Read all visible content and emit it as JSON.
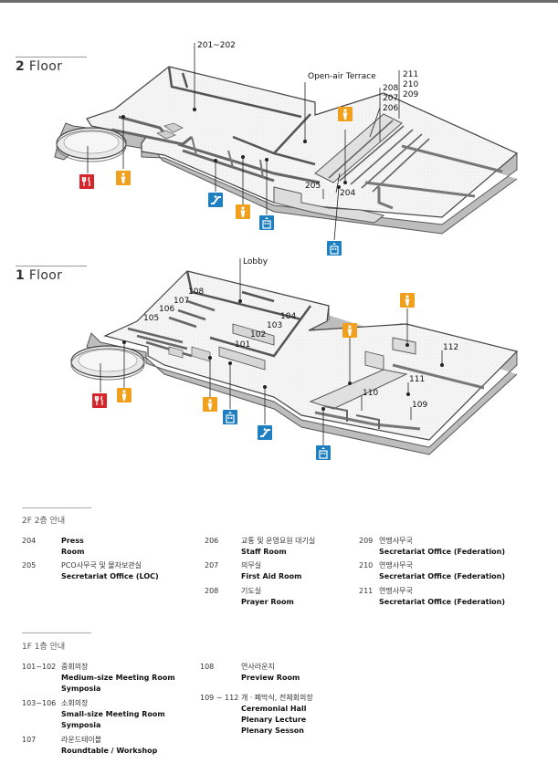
{
  "floors": [
    {
      "id": "2F",
      "number": "2",
      "word": "Floor"
    },
    {
      "id": "1F",
      "number": "1",
      "word": "Floor"
    }
  ],
  "map_labels_2f": {
    "area_201_202": "201~202",
    "terrace": "Open-air Terrace",
    "r211": "211",
    "r210": "210",
    "r209": "209",
    "r208": "208",
    "r207": "207",
    "r206": "206",
    "r205": "205",
    "r204": "204"
  },
  "map_labels_1f": {
    "lobby": "Lobby",
    "r108": "108",
    "r107": "107",
    "r106": "106",
    "r105": "105",
    "r104": "104",
    "r103": "103",
    "r102": "102",
    "r101": "101",
    "r112": "112",
    "r111": "111",
    "r110": "110",
    "r109": "109"
  },
  "icons": {
    "restaurant": "restaurant-icon",
    "restroom": "restroom-icon",
    "escalator": "escalator-icon",
    "elevator": "elevator-icon",
    "colors": {
      "restaurant": "#d7262b",
      "restroom": "#f0a01c",
      "escalator": "#1e7fc1",
      "elevator": "#1e7fc1"
    }
  },
  "guide_2f": {
    "title": "2F  2층 안내",
    "items": [
      {
        "num": "204",
        "ko": "",
        "en": "Press Room"
      },
      {
        "num": "205",
        "ko": "PCO사무국 및 물자보관실",
        "en": "Secretariat Office (LOC)"
      },
      {
        "num": "206",
        "ko": "교통 및 운영요원 대기실",
        "en": "Staff Room"
      },
      {
        "num": "207",
        "ko": "의무실",
        "en": "First Aid Room"
      },
      {
        "num": "208",
        "ko": "기도실",
        "en": "Prayer Room"
      },
      {
        "num": "209",
        "ko": "연맹사무국",
        "en": "Secretariat Office (Federation)"
      },
      {
        "num": "210",
        "ko": "연맹사무국",
        "en": "Secretariat Office (Federation)"
      },
      {
        "num": "211",
        "ko": "연맹사무국",
        "en": "Secretariat Office (Federation)"
      }
    ]
  },
  "guide_1f": {
    "title": "1F  1층 안내",
    "items": [
      {
        "num": "101~102",
        "ko": "중회의장",
        "en1": "Medium-size Meeting Room",
        "en2": "Symposia"
      },
      {
        "num": "103~106",
        "ko": "소회의장",
        "en1": "Small-size Meeting Room",
        "en2": "Symposia"
      },
      {
        "num": "107",
        "ko": "라운드테이블",
        "en1": "Roundtable / Workshop",
        "en2": ""
      },
      {
        "num": "108",
        "ko": "연사라운지",
        "en1": "Preview Room",
        "en2": ""
      },
      {
        "num": "109 ~ 112",
        "ko": "개ㆍ폐막식, 전체회의장",
        "en1": "Ceremonial Hall",
        "en2": "Plenary Lecture",
        "en3": "Plenary Sesson"
      }
    ]
  }
}
